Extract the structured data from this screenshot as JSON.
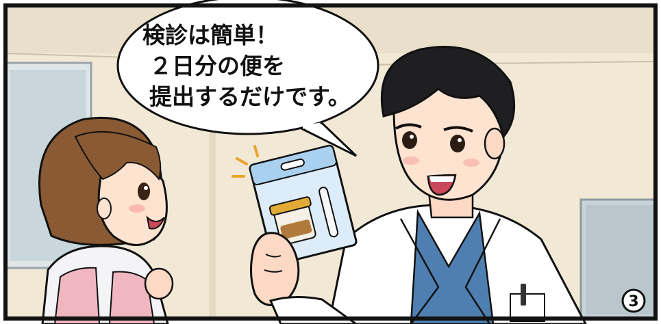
{
  "speech_bubble": {
    "lines": [
      "検診は簡単！",
      "２日分の便を",
      "提出するだけです。"
    ]
  },
  "panel": {
    "number": "3"
  },
  "colors": {
    "wall": "#f1e8d6",
    "outline": "#111111",
    "doctor_coat": "#ffffff",
    "doctor_scrubs": "#4f7fb0",
    "girl_hair": "#8a5a34",
    "girl_apron": "#f0b7c0",
    "kit_card": "#dcecf8",
    "kit_header": "#a9d0ee",
    "jar_lid": "#e2ab36",
    "jar_contents": "#b07a3c"
  },
  "icons": [
    "sparkle-lines",
    "stool-sample-jar",
    "sample-swab-stick",
    "pen-icon"
  ]
}
